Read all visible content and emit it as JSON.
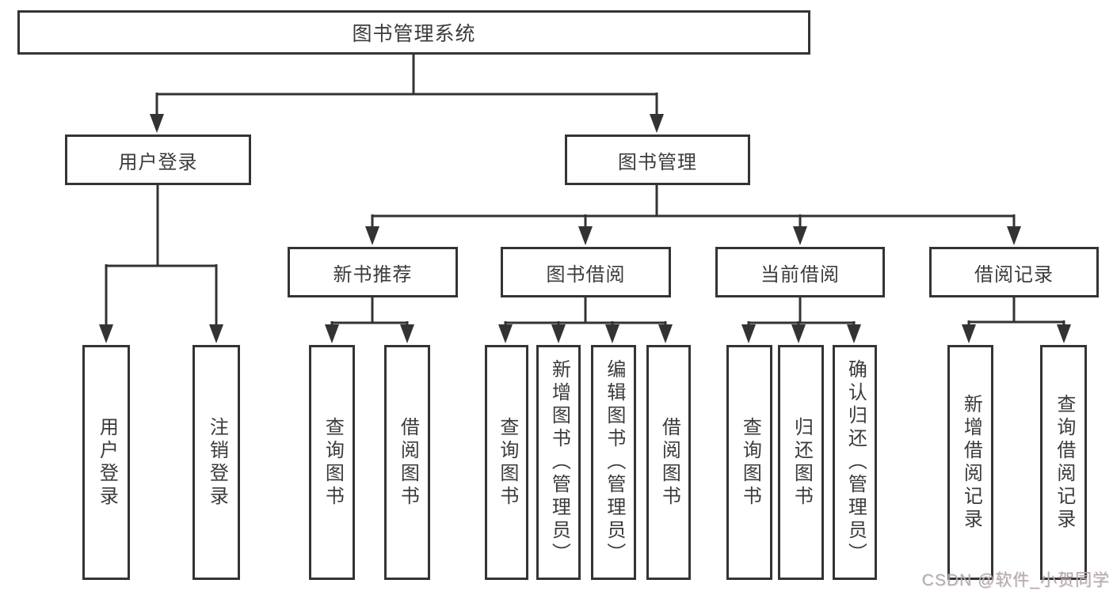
{
  "colors": {
    "line": "#333333",
    "border": "#343434",
    "text": "#3b3b3b",
    "background": "#ffffff",
    "watermark": "#b0adb2"
  },
  "root": {
    "label": "图书管理系统"
  },
  "level2": [
    {
      "label": "用户登录"
    },
    {
      "label": "图书管理"
    }
  ],
  "level3": [
    {
      "label": "新书推荐"
    },
    {
      "label": "图书借阅"
    },
    {
      "label": "当前借阅"
    },
    {
      "label": "借阅记录"
    }
  ],
  "leaves": [
    {
      "label": "用户登录"
    },
    {
      "label": "注销登录"
    },
    {
      "label": "查询图书"
    },
    {
      "label": "借阅图书"
    },
    {
      "label": "查询图书"
    },
    {
      "label": "新增图书（管理员）"
    },
    {
      "label": "编辑图书（管理员）"
    },
    {
      "label": "借阅图书"
    },
    {
      "label": "查询图书"
    },
    {
      "label": "归还图书"
    },
    {
      "label": "确认归还（管理员）"
    },
    {
      "label": "新增借阅记录"
    },
    {
      "label": "查询借阅记录"
    }
  ],
  "watermark": {
    "text": "CSDN @软件_小贺同学"
  }
}
